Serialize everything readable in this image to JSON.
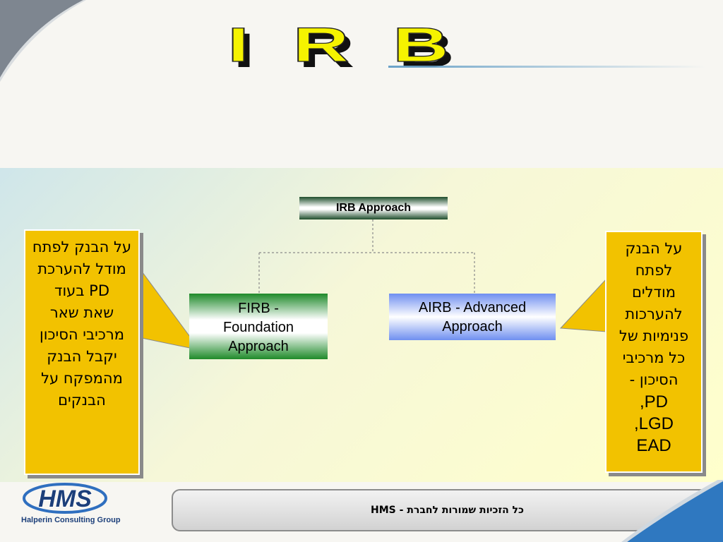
{
  "title": {
    "text": "IRB"
  },
  "diagram": {
    "root": {
      "label": "IRB Approach"
    },
    "children": [
      {
        "id": "firb",
        "line1": "FIRB -",
        "line2": "Foundation",
        "line3": "Approach"
      },
      {
        "id": "airb",
        "line1": "AIRB - Advanced",
        "line2": "Approach"
      }
    ]
  },
  "callouts": {
    "left": {
      "lines": [
        "על הבנק לפתח",
        "מודל להערכת",
        "PD בעוד",
        "שאת שאר",
        "מרכיבי הסיכון",
        "יקבל הבנק",
        "מהמפקח על",
        "הבנקים"
      ]
    },
    "right": {
      "lines": [
        "על הבנק",
        "לפתח",
        "מודלים",
        "להערכות",
        "פנימיות של",
        "כל מרכיבי",
        "הסיכון -",
        "PD,",
        "LGD,",
        "EAD"
      ]
    }
  },
  "footer": {
    "logo_text": "HMS",
    "logo_subtitle": "Halperin Consulting Group",
    "copyright": "כל הזכיות שמורות לחברת - HMS"
  },
  "colors": {
    "title_yellow": "#f5f300",
    "callout_yellow": "#f2c200",
    "firb_green": "#1f8a2a",
    "airb_blue": "#6f8ff0",
    "accent_blue": "#2f6fbf"
  }
}
